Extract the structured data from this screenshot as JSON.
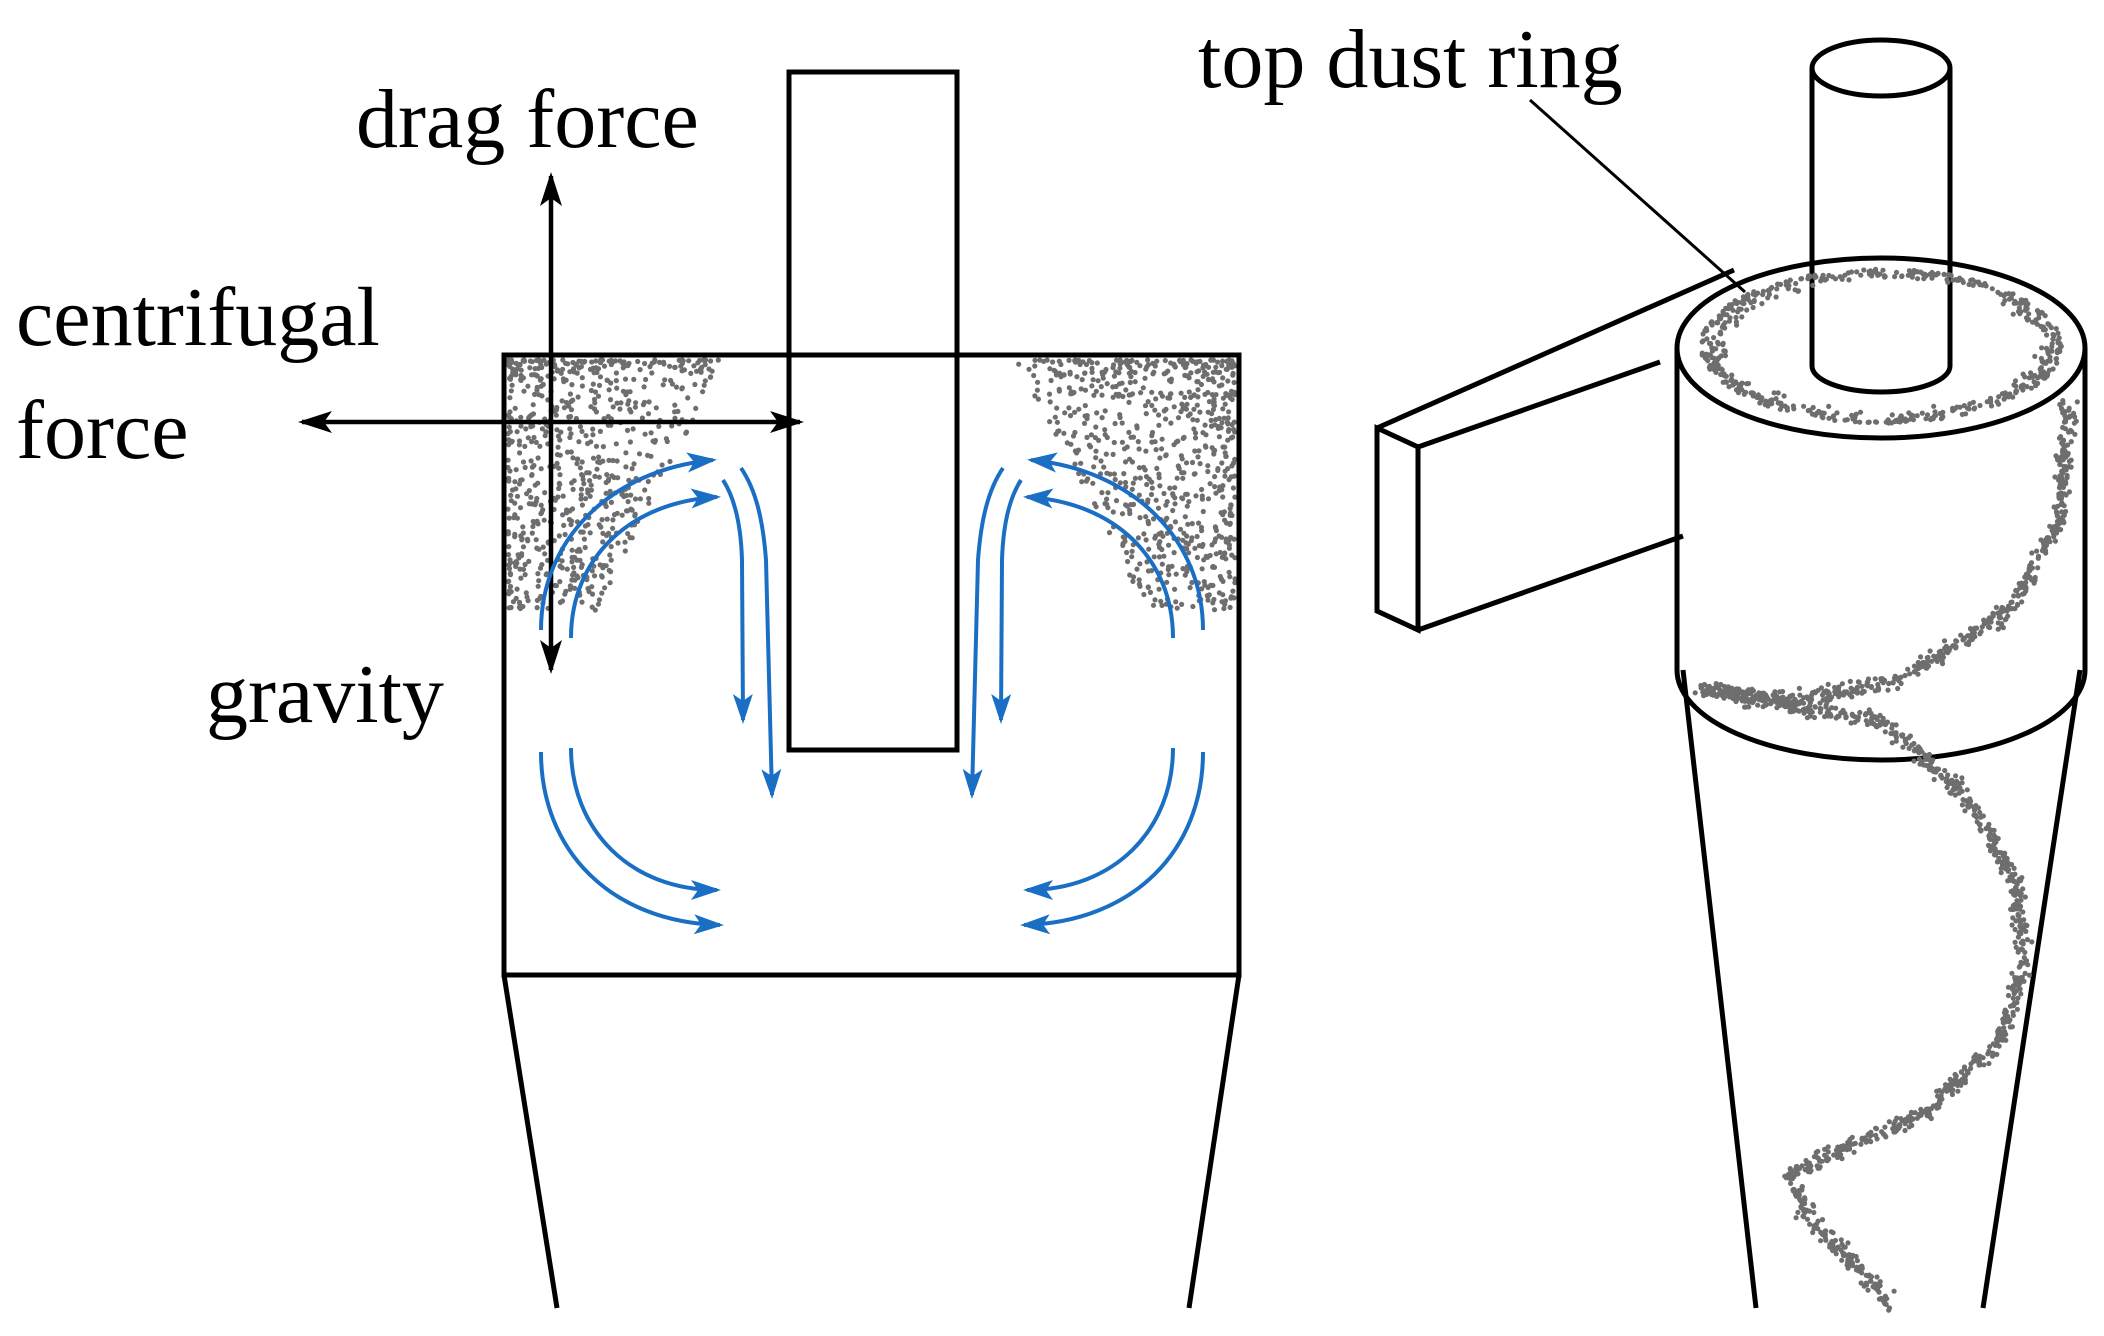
{
  "labels": {
    "drag_force": "drag force",
    "centrifugal_line1": "centrifugal",
    "centrifugal_line2": "force",
    "gravity": "gravity",
    "top_dust_ring": "top dust ring"
  },
  "colors": {
    "outline": "#000000",
    "flow_arrows": "#1a6fc4",
    "dust_particles": "#6e6e6e",
    "background": "#ffffff"
  }
}
